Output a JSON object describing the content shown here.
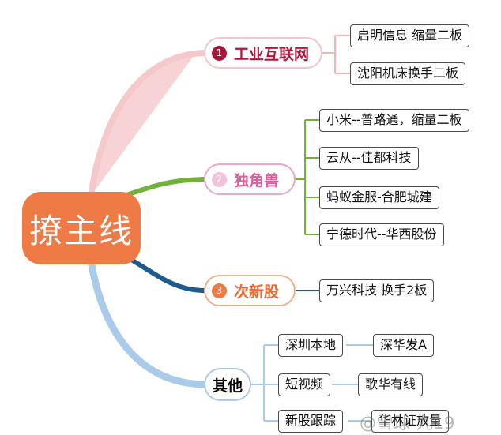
{
  "root": {
    "label": "撩主线"
  },
  "branches": [
    {
      "number": "1",
      "label": "工业互联网",
      "color": "#b2173b",
      "leaves": [
        "启明信息 缩量二板",
        "沈阳机床换手二板"
      ]
    },
    {
      "number": "2",
      "label": "独角兽",
      "color": "#e25a9c",
      "leaves": [
        "小米--普路通，缩量二板",
        "云从--佳都科技",
        "蚂蚁金服-合肥城建",
        "宁德时代--华西股份"
      ]
    },
    {
      "number": "3",
      "label": "次新股",
      "color": "#ee6a35",
      "leaves": [
        "万兴科技 换手2板"
      ]
    },
    {
      "number": "",
      "label": "其他",
      "color": "#000000",
      "children": [
        {
          "label": "深圳本地",
          "leaf": "深华发A"
        },
        {
          "label": "短视频",
          "leaf": "歌华有线"
        },
        {
          "label": "新股跟踪",
          "leaf": "华林证放量"
        }
      ]
    }
  ],
  "watermark": "@雪球 九19"
}
